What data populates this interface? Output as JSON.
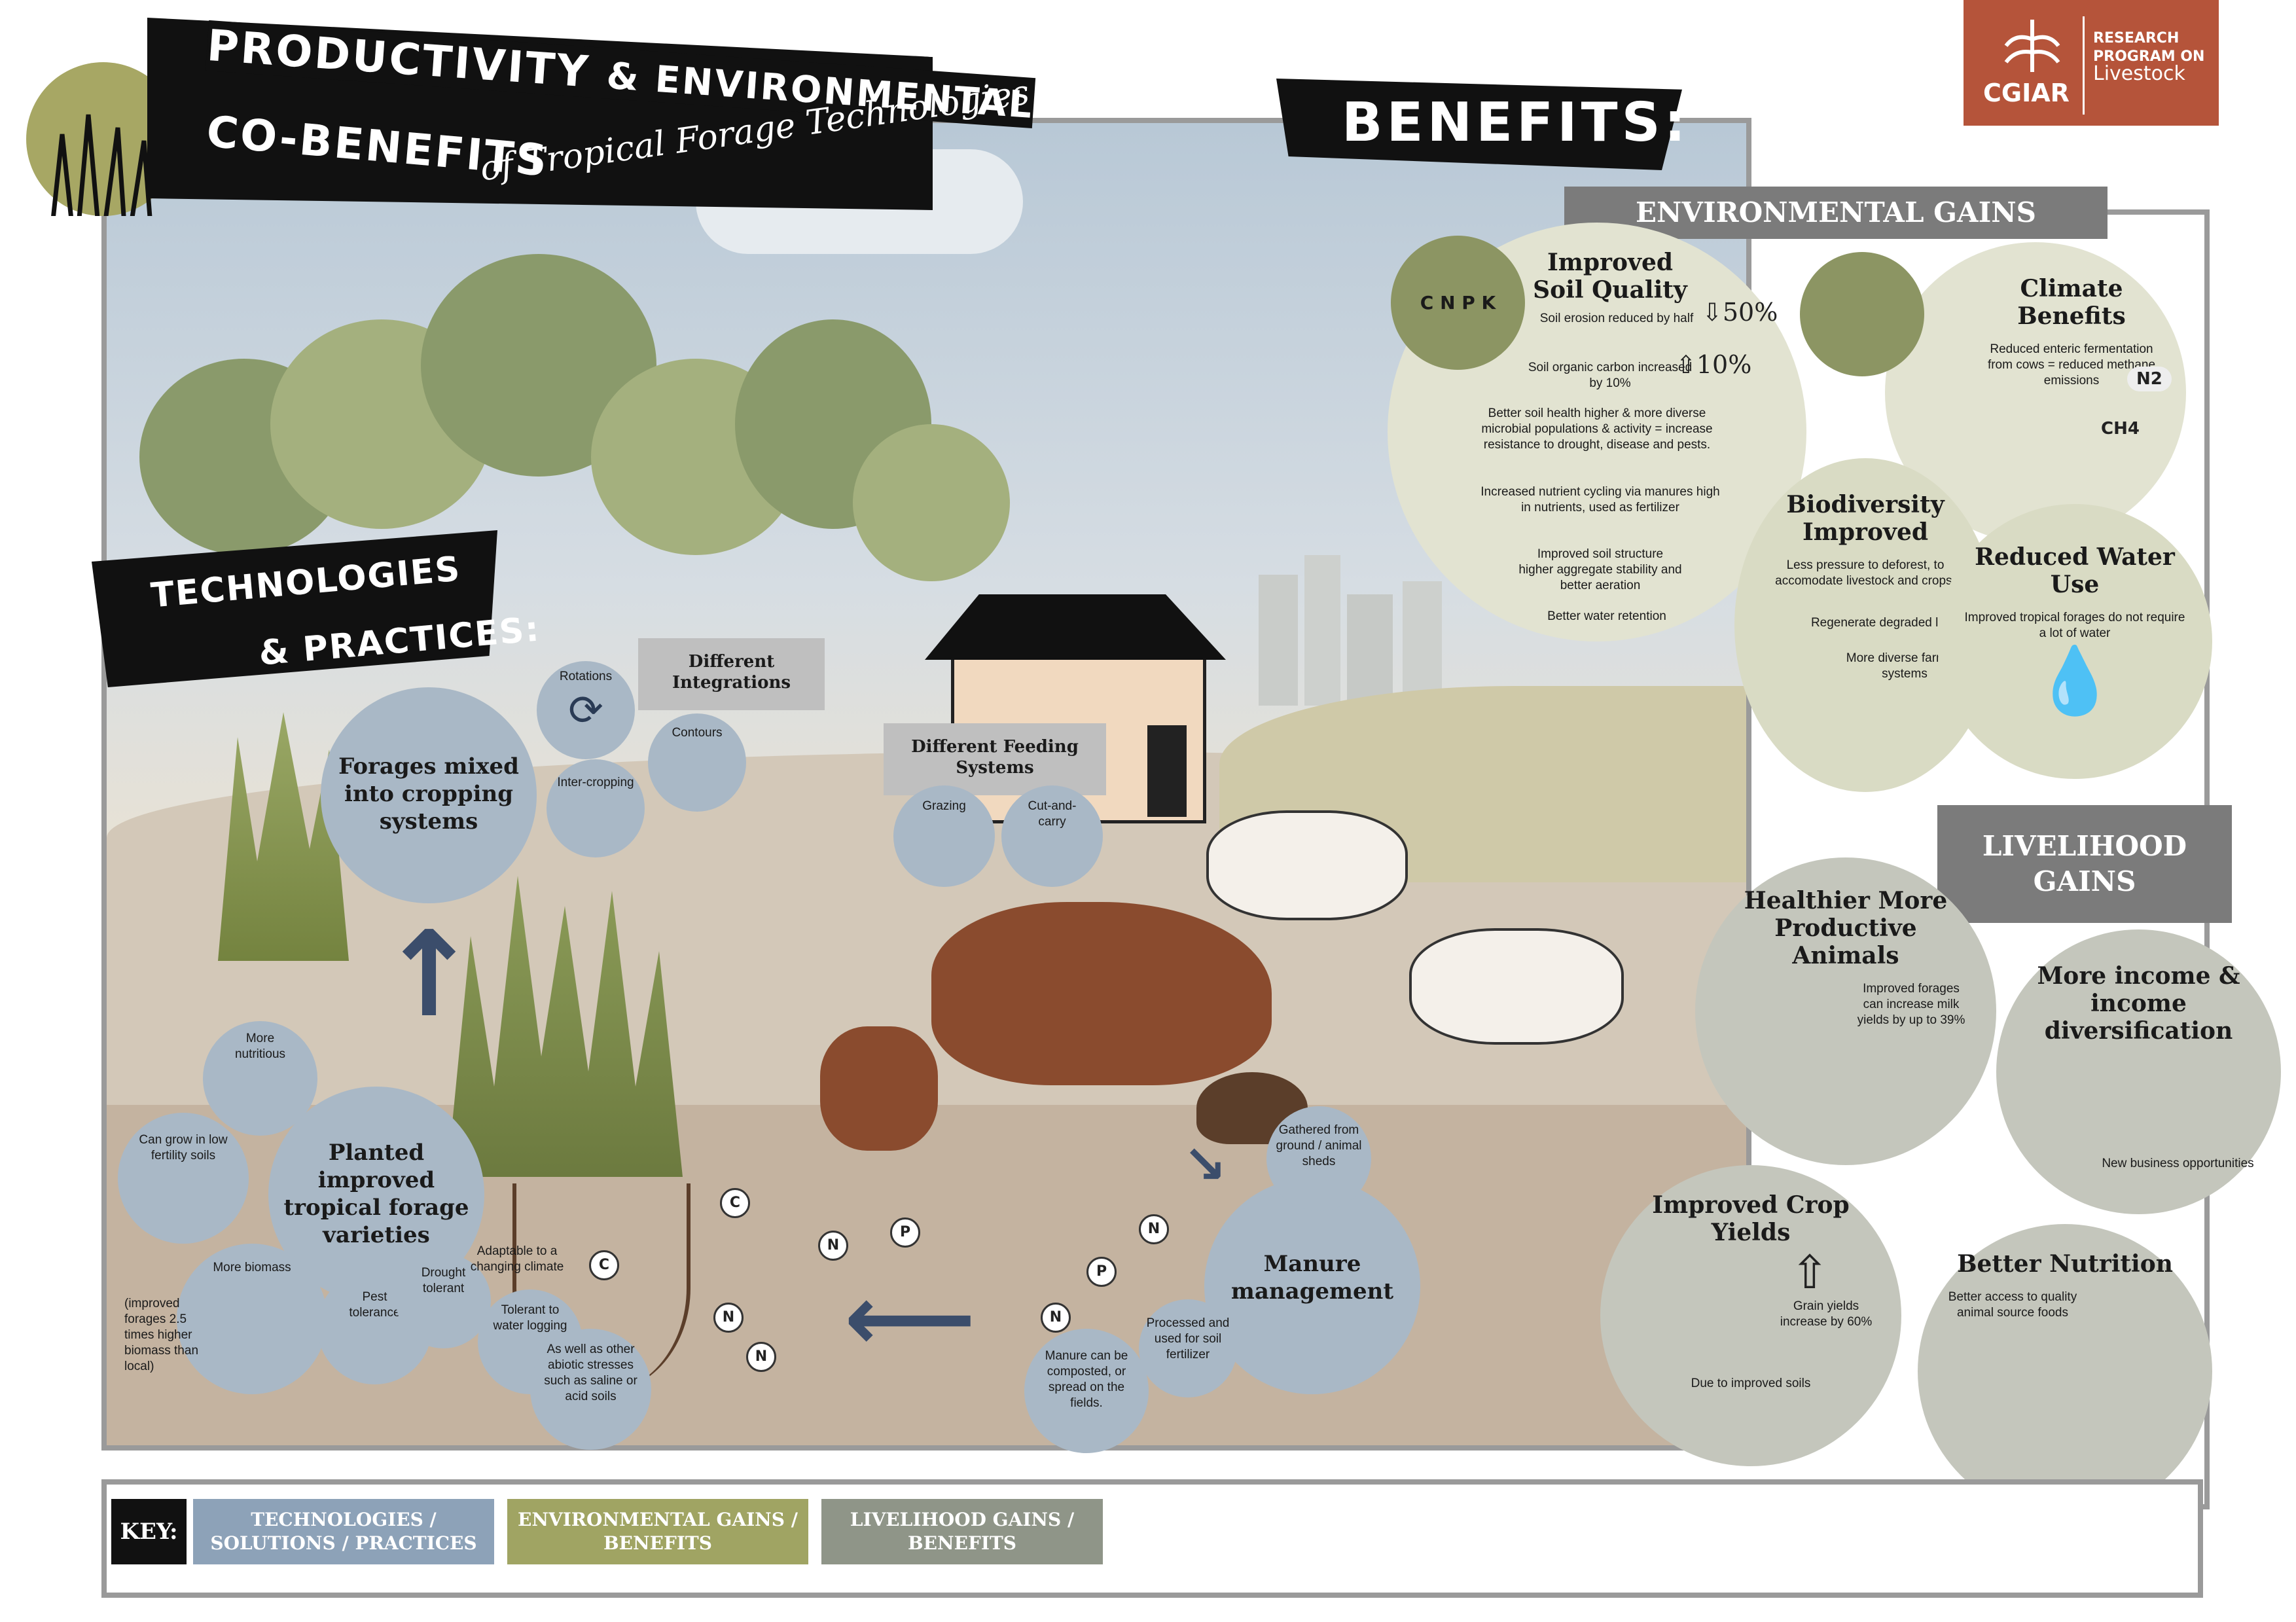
{
  "title": {
    "line1": "PRODUCTIVITY",
    "amp1": "& ENVIRONMENTAL",
    "line2": "CO-BENEFITS",
    "subtitle": "of Tropical Forage Technologies"
  },
  "benefits_heading": "BENEFITS:",
  "logo": {
    "name": "CGIAR",
    "small": "RESEARCH\nPROGRAM ON",
    "program": "Livestock"
  },
  "technologies_heading": {
    "line1": "TECHNOLOGIES",
    "line2": "& PRACTICES:"
  },
  "technologies": {
    "forages_mixed": "Forages mixed into cropping systems",
    "rotations": "Rotations",
    "intercropping": "Inter-cropping",
    "contours": "Contours",
    "different_integrations": "Different Integrations",
    "different_feeding": "Different Feeding Systems",
    "grazing": "Grazing",
    "cut_and_carry": "Cut-and-carry",
    "planted_varieties": "Planted improved tropical forage varieties",
    "more_nutritious": "More nutritious",
    "low_fertility": "Can grow in low fertility soils",
    "more_biomass": "More biomass",
    "biomass_note": "(improved forages 2.5 times higher biomass than local)",
    "pest_tolerance": "Pest tolerance",
    "drought_tolerant": "Drought tolerant",
    "adaptable_climate": "Adaptable to a changing climate",
    "water_logging": "Tolerant to water logging",
    "abiotic_stresses": "As well as other abiotic stresses such as saline or acid soils",
    "manure_management": "Manure management",
    "gathered": "Gathered from ground / animal sheds",
    "processed": "Processed and used for soil fertilizer",
    "composted": "Manure can be composted, or spread on the fields."
  },
  "environmental": {
    "section": "ENVIRONMENTAL GAINS",
    "soil_quality": {
      "heading": "Improved Soil Quality",
      "erosion": "Soil erosion reduced by half",
      "erosion_value": "50%",
      "carbon": "Soil organic carbon increased by 10%",
      "carbon_value": "10%",
      "soil_health": "Better soil health higher & more diverse microbial populations & activity = increase resistance to drought, disease and pests.",
      "nutrient_cycling": "Increased nutrient cycling via manures high in nutrients, used as fertilizer",
      "structure": "Improved soil structure higher aggregate stability and better aeration",
      "water_retention": "Better water retention"
    },
    "climate": {
      "heading": "Climate Benefits",
      "text": "Reduced enteric fermentation from cows = reduced methane emissions",
      "n2": "N2",
      "ch4": "CH4"
    },
    "biodiversity": {
      "heading": "Biodiversity Improved",
      "pressure": "Less pressure to deforest, to accomodate livestock and crops.",
      "regenerate": "Regenerate degraded land",
      "diverse": "More diverse farming systems"
    },
    "water": {
      "heading": "Reduced Water Use",
      "text": "Improved tropical forages do not require a lot of water"
    }
  },
  "livelihood": {
    "section": "LIVELIHOOD GAINS",
    "animals": {
      "heading": "Healthier More Productive Animals",
      "text": "Improved forages can increase milk yields by up to 39%"
    },
    "income": {
      "heading": "More income & income diversification",
      "text": "New business opportunities"
    },
    "crops": {
      "heading": "Improved Crop Yields",
      "grain": "Grain yields increase by 60%",
      "soils": "Due to improved soils"
    },
    "nutrition": {
      "heading": "Better Nutrition",
      "text": "Better access to quality animal source foods"
    }
  },
  "key": {
    "label": "KEY:",
    "tech": "TECHNOLOGIES / SOLUTIONS / PRACTICES",
    "env": "ENVIRONMENTAL GAINS / BENEFITS",
    "liv": "LIVELIHOOD GAINS / BENEFITS",
    "tech_color": "#8da2b8",
    "env_color": "#a0a463",
    "liv_color": "#8f9588"
  },
  "nutrients": [
    "C",
    "N",
    "P",
    "K"
  ]
}
